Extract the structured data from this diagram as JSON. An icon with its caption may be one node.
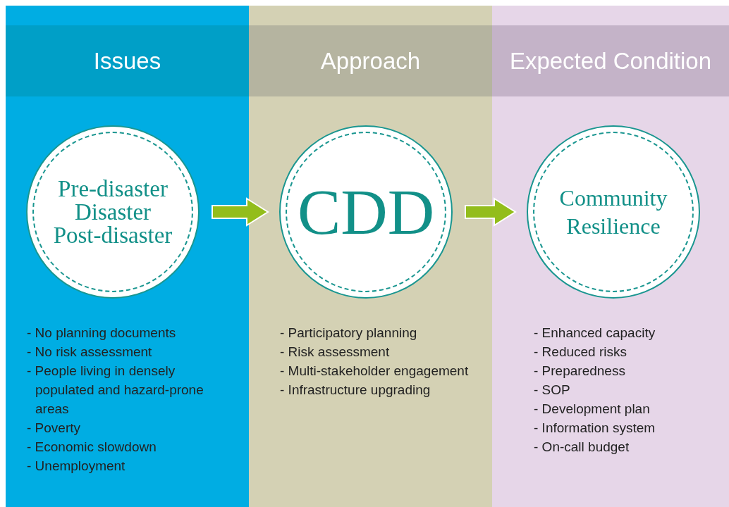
{
  "diagram": {
    "nodes": [
      {
        "text": [
          "Issues",
          "- No planning documents",
          "- No risk assessment",
          "- People living in densely populated and hazard-prone areas",
          "- Poverty",
          "- Economic slowdown",
          "- Unemployment"
        ]
      },
      {
        "text": [
          "Pre-disaster",
          "Disaster",
          "Post-disaster"
        ],
        "in": 0
      },
      {
        "text": [
          "Approach",
          "- Participatory planning",
          "- Risk assessment",
          "- Multi-stakeholder engagement",
          "- Infrastructure upgrading"
        ]
      },
      {
        "text": [
          "CDD"
        ],
        "in": 2
      },
      {
        "text": [
          "Expected Condition",
          "- Enhanced capacity",
          "- Reduced risks",
          "- Preparedness",
          "- SOP",
          "- Development plan",
          "- Information system",
          "- On-call budget"
        ]
      },
      {
        "text": [
          "Community Resilience"
        ],
        "in": 4
      }
    ],
    "edges": [
      {
        "from": 1,
        "to": 3,
        "arrow": "to"
      },
      {
        "from": 3,
        "to": 5,
        "arrow": "to"
      }
    ]
  }
}
